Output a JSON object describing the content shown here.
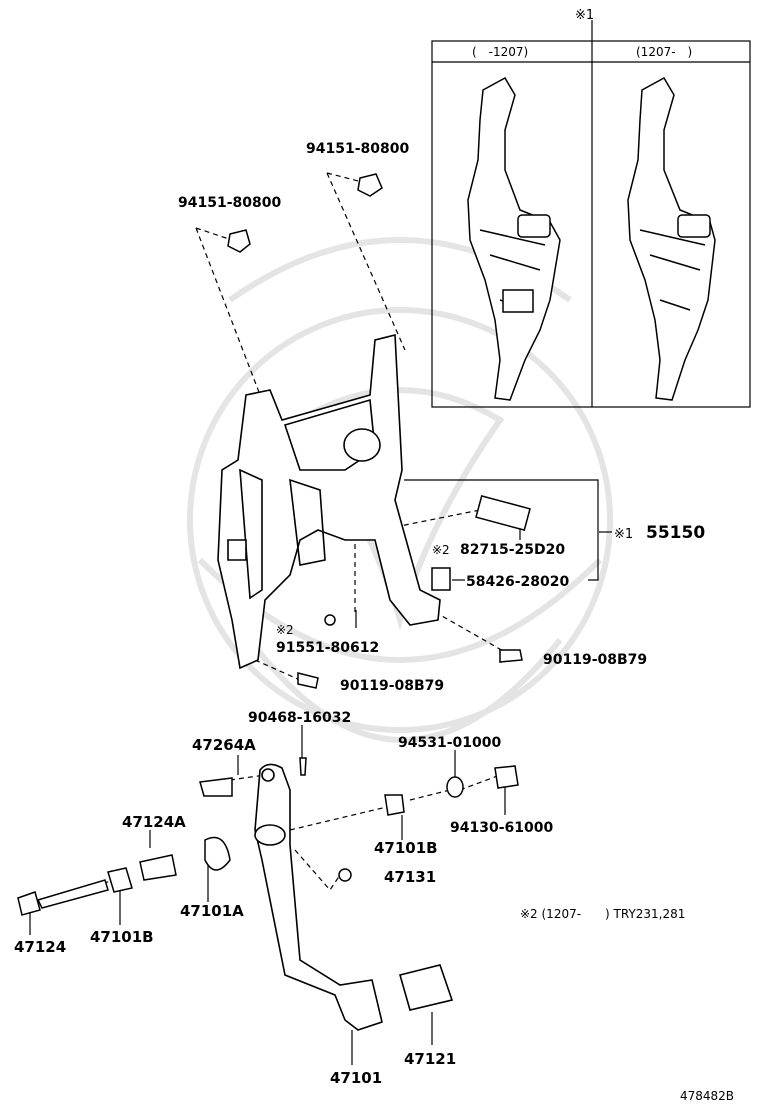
{
  "diagram": {
    "inset": {
      "mark": "※1",
      "columns": [
        "(　-1207)",
        "(1207-　)"
      ]
    },
    "parts": {
      "p94151_top": "94151-80800",
      "p94151_left": "94151-80800",
      "p55150_mark": "※1",
      "p55150": "55150",
      "p82715_mark": "※2",
      "p82715": "82715-25D20",
      "p58426": "58426-28020",
      "p91551_mark": "※2",
      "p91551": "91551-80612",
      "p90119_right": "90119-08B79",
      "p90119_left": "90119-08B79",
      "p90468": "90468-16032",
      "p47264A": "47264A",
      "p94531": "94531-01000",
      "p94130": "94130-61000",
      "p47124A": "47124A",
      "p47101B_right": "47101B",
      "p47131": "47131",
      "p47101A": "47101A",
      "p47124": "47124",
      "p47101B_left": "47101B",
      "p47101": "47101",
      "p47121": "47121"
    },
    "footnote": "※2 (1207-　　) TRY231,281",
    "drawing_number": "478482B"
  }
}
